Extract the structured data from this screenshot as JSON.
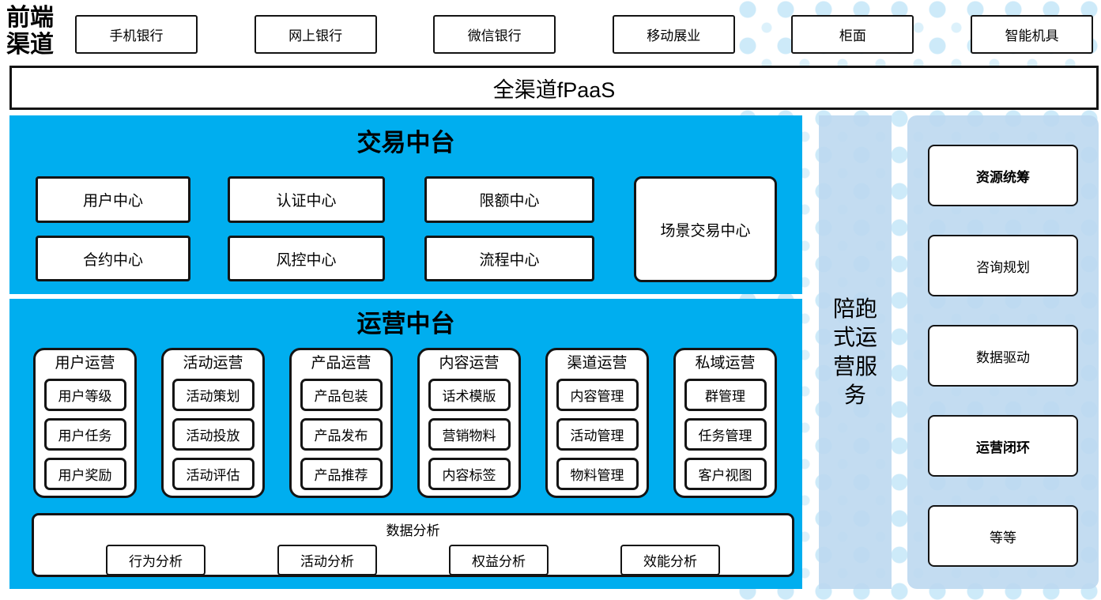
{
  "colors": {
    "primary_blue": "#00AEEF",
    "light_blue": "#BCD8F0",
    "dot_blue": "#CDEAF9",
    "box_border": "#141414"
  },
  "front_channels": {
    "label": "前端渠道",
    "items": [
      "手机银行",
      "网上银行",
      "微信银行",
      "移动展业",
      "柜面",
      "智能机具"
    ]
  },
  "fpaas": {
    "label": "全渠道fPaaS"
  },
  "transaction_platform": {
    "title": "交易中台",
    "centers_row1": [
      "用户中心",
      "认证中心",
      "限额中心"
    ],
    "centers_row2": [
      "合约中心",
      "风控中心",
      "流程中心"
    ],
    "scenario_center": "场景交易中心"
  },
  "operation_platform": {
    "title": "运营中台",
    "columns": [
      {
        "title": "用户运营",
        "items": [
          "用户等级",
          "用户任务",
          "用户奖励"
        ]
      },
      {
        "title": "活动运营",
        "items": [
          "活动策划",
          "活动投放",
          "活动评估"
        ]
      },
      {
        "title": "产品运营",
        "items": [
          "产品包装",
          "产品发布",
          "产品推荐"
        ]
      },
      {
        "title": "内容运营",
        "items": [
          "话术模版",
          "营销物料",
          "内容标签"
        ]
      },
      {
        "title": "渠道运营",
        "items": [
          "内容管理",
          "活动管理",
          "物料管理"
        ]
      },
      {
        "title": "私域运营",
        "items": [
          "群管理",
          "任务管理",
          "客户视图"
        ]
      }
    ],
    "data_analysis": {
      "title": "数据分析",
      "items": [
        "行为分析",
        "活动分析",
        "权益分析",
        "效能分析"
      ]
    }
  },
  "companion_service": {
    "label": "陪跑式运营服务"
  },
  "service_panel": {
    "items": [
      "资源统筹",
      "咨询规划",
      "数据驱动",
      "运营闭环",
      "等等"
    ]
  }
}
